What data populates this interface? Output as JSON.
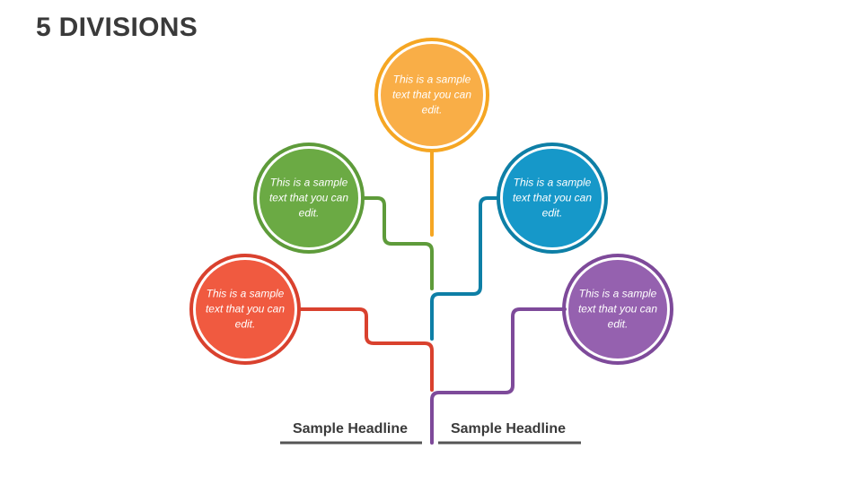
{
  "title": "5 DIVISIONS",
  "colors": {
    "orange": "#F5A623",
    "orange_fill": "#F9AE47",
    "green": "#5E9B3A",
    "green_fill": "#6BAA44",
    "blue": "#0E7FA6",
    "blue_fill": "#1698C9",
    "red": "#D9412E",
    "red_fill": "#F05A40",
    "purple": "#7E4A9A",
    "purple_fill": "#9561AF",
    "base_line": "#555555"
  },
  "divisions": [
    {
      "id": "orange",
      "text": "This is a sample text that you can edit."
    },
    {
      "id": "green",
      "text": "This is a sample text that you can edit."
    },
    {
      "id": "blue",
      "text": "This is a sample text that you can edit."
    },
    {
      "id": "red",
      "text": "This is a sample text that you can edit."
    },
    {
      "id": "purple",
      "text": "This is a sample text that you can edit."
    }
  ],
  "headlines": {
    "left": "Sample Headline",
    "right": "Sample Headline"
  }
}
